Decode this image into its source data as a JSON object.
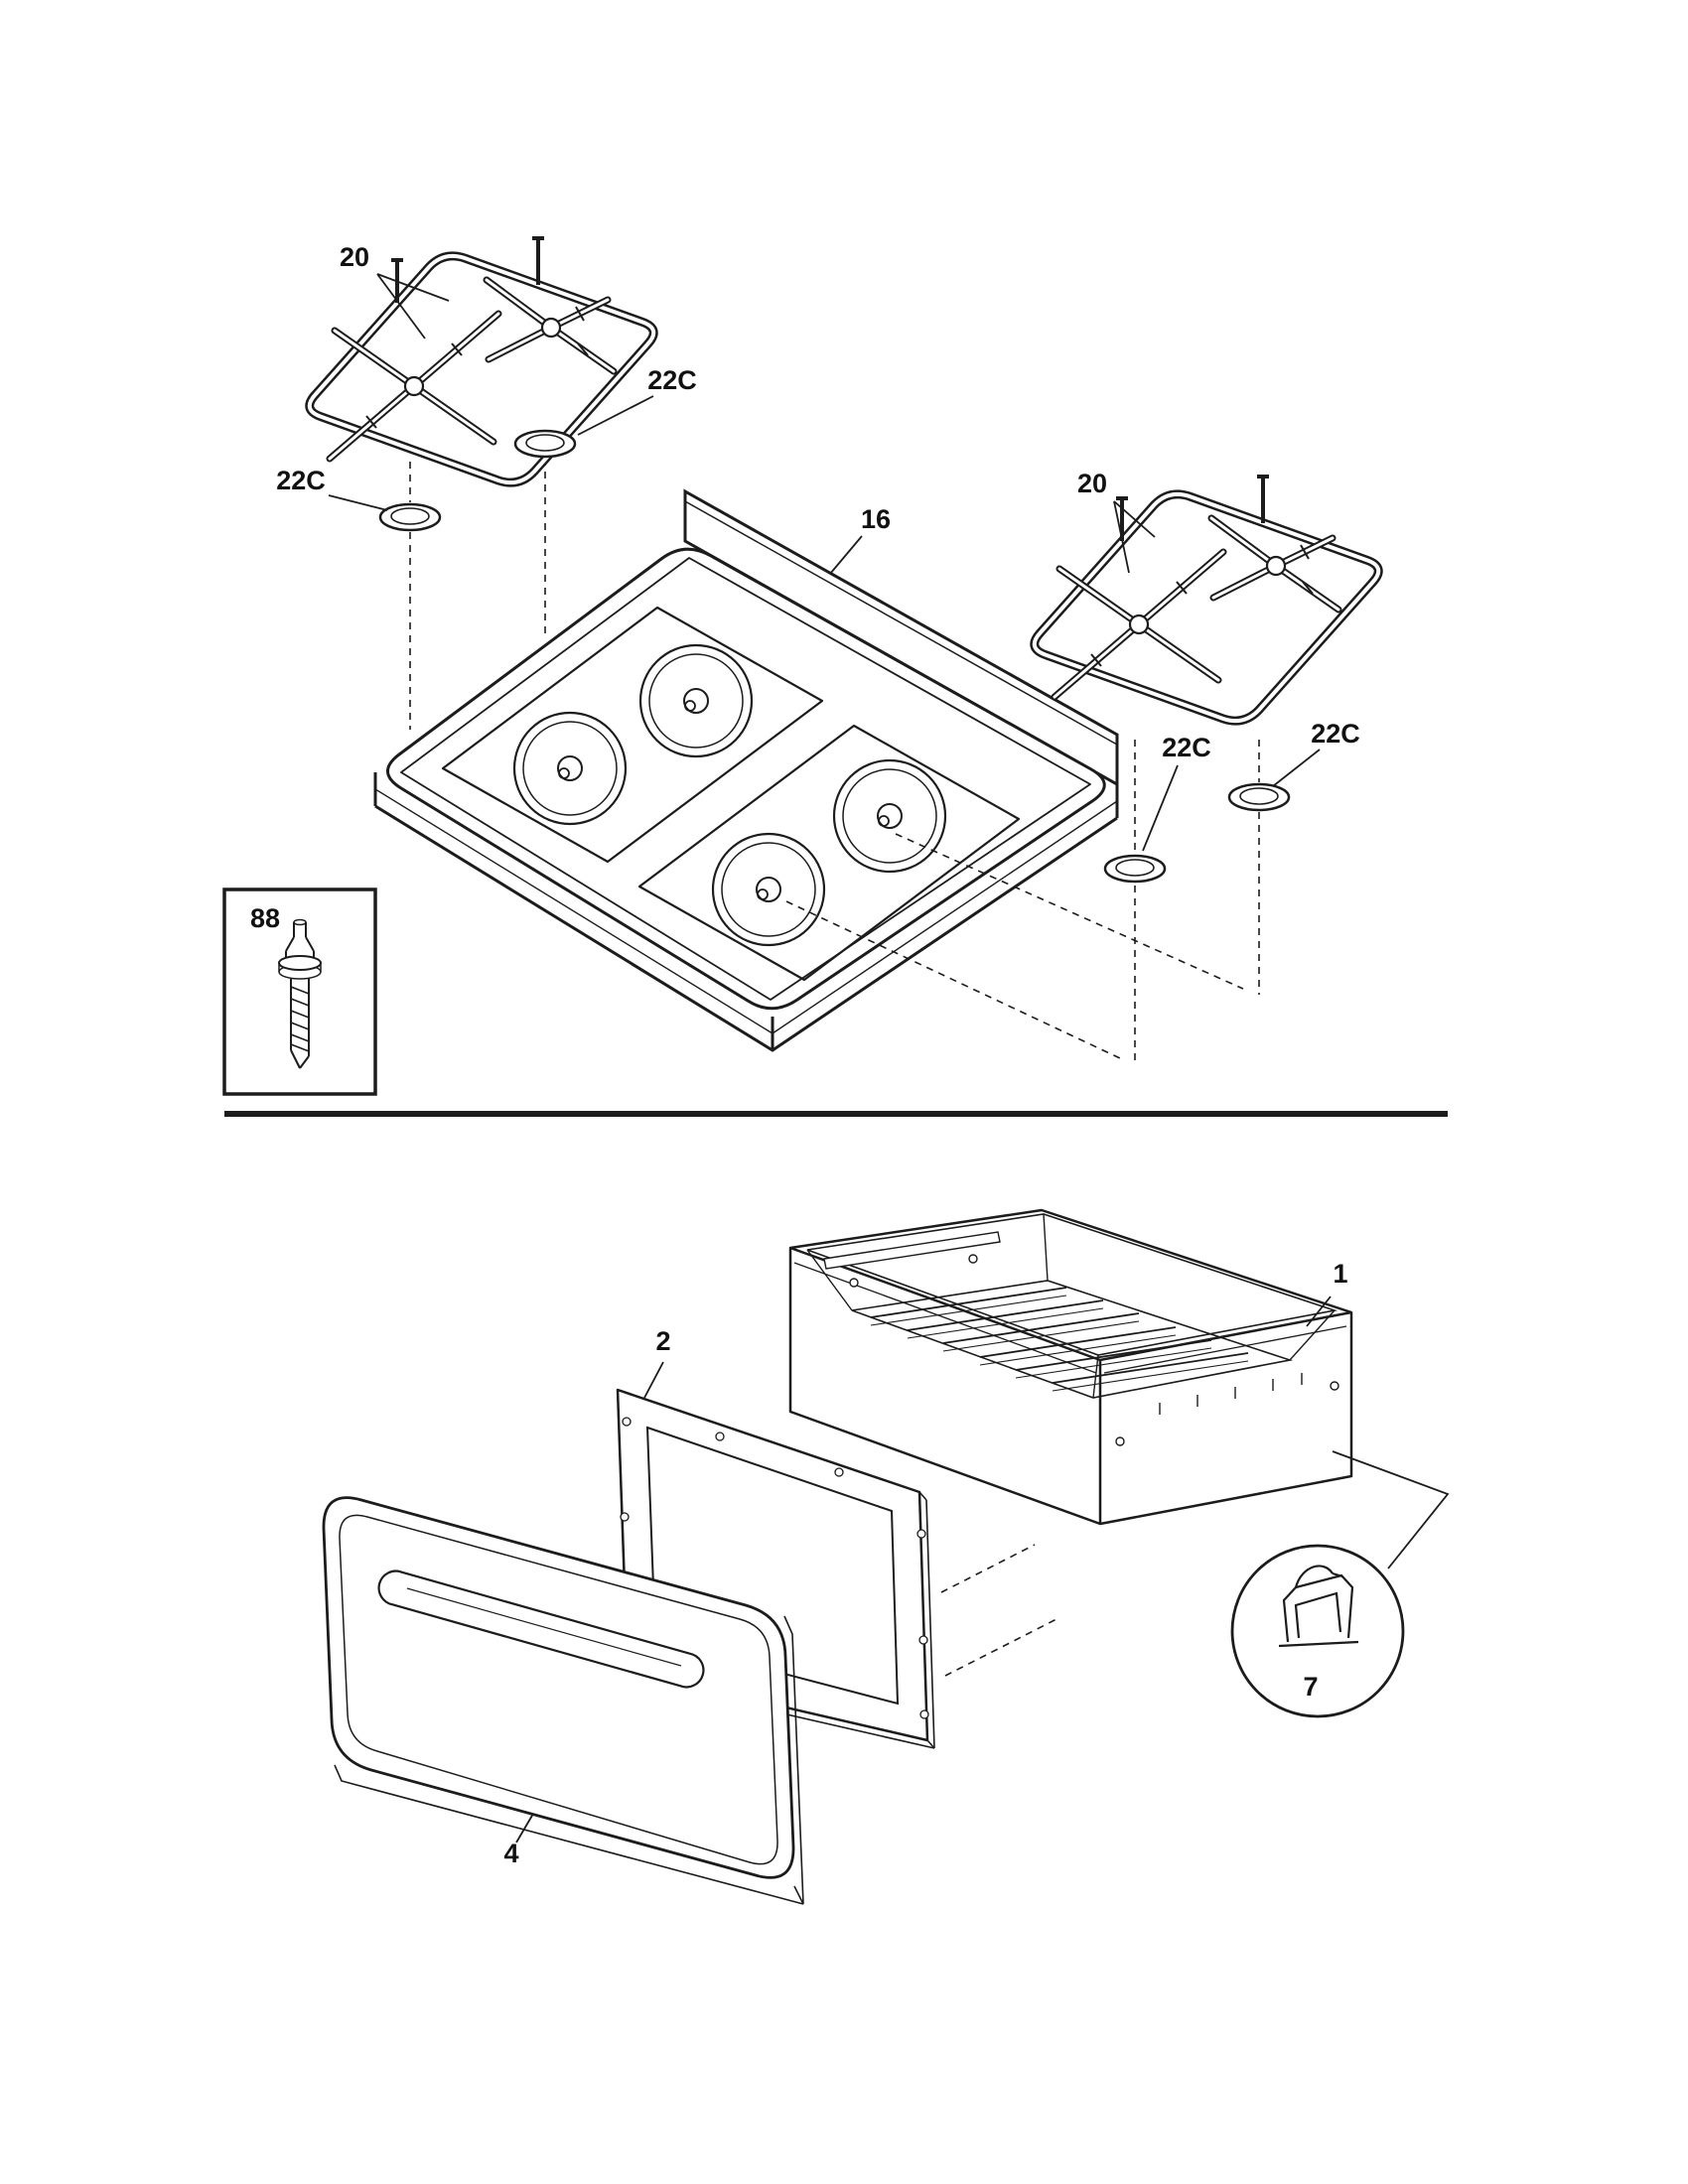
{
  "colors": {
    "line": "#1c1c1c",
    "background": "#ffffff",
    "text": "#111111"
  },
  "diagram": {
    "labels": {
      "grate_left": "20",
      "grate_right": "20",
      "cap_upper": "22C",
      "cap_left": "22C",
      "cap_lower": "22C",
      "cap_right": "22C",
      "main_top": "16",
      "screw": "88",
      "drawer_body": "1",
      "inner_panel": "2",
      "front_panel": "4",
      "clip": "7"
    }
  }
}
